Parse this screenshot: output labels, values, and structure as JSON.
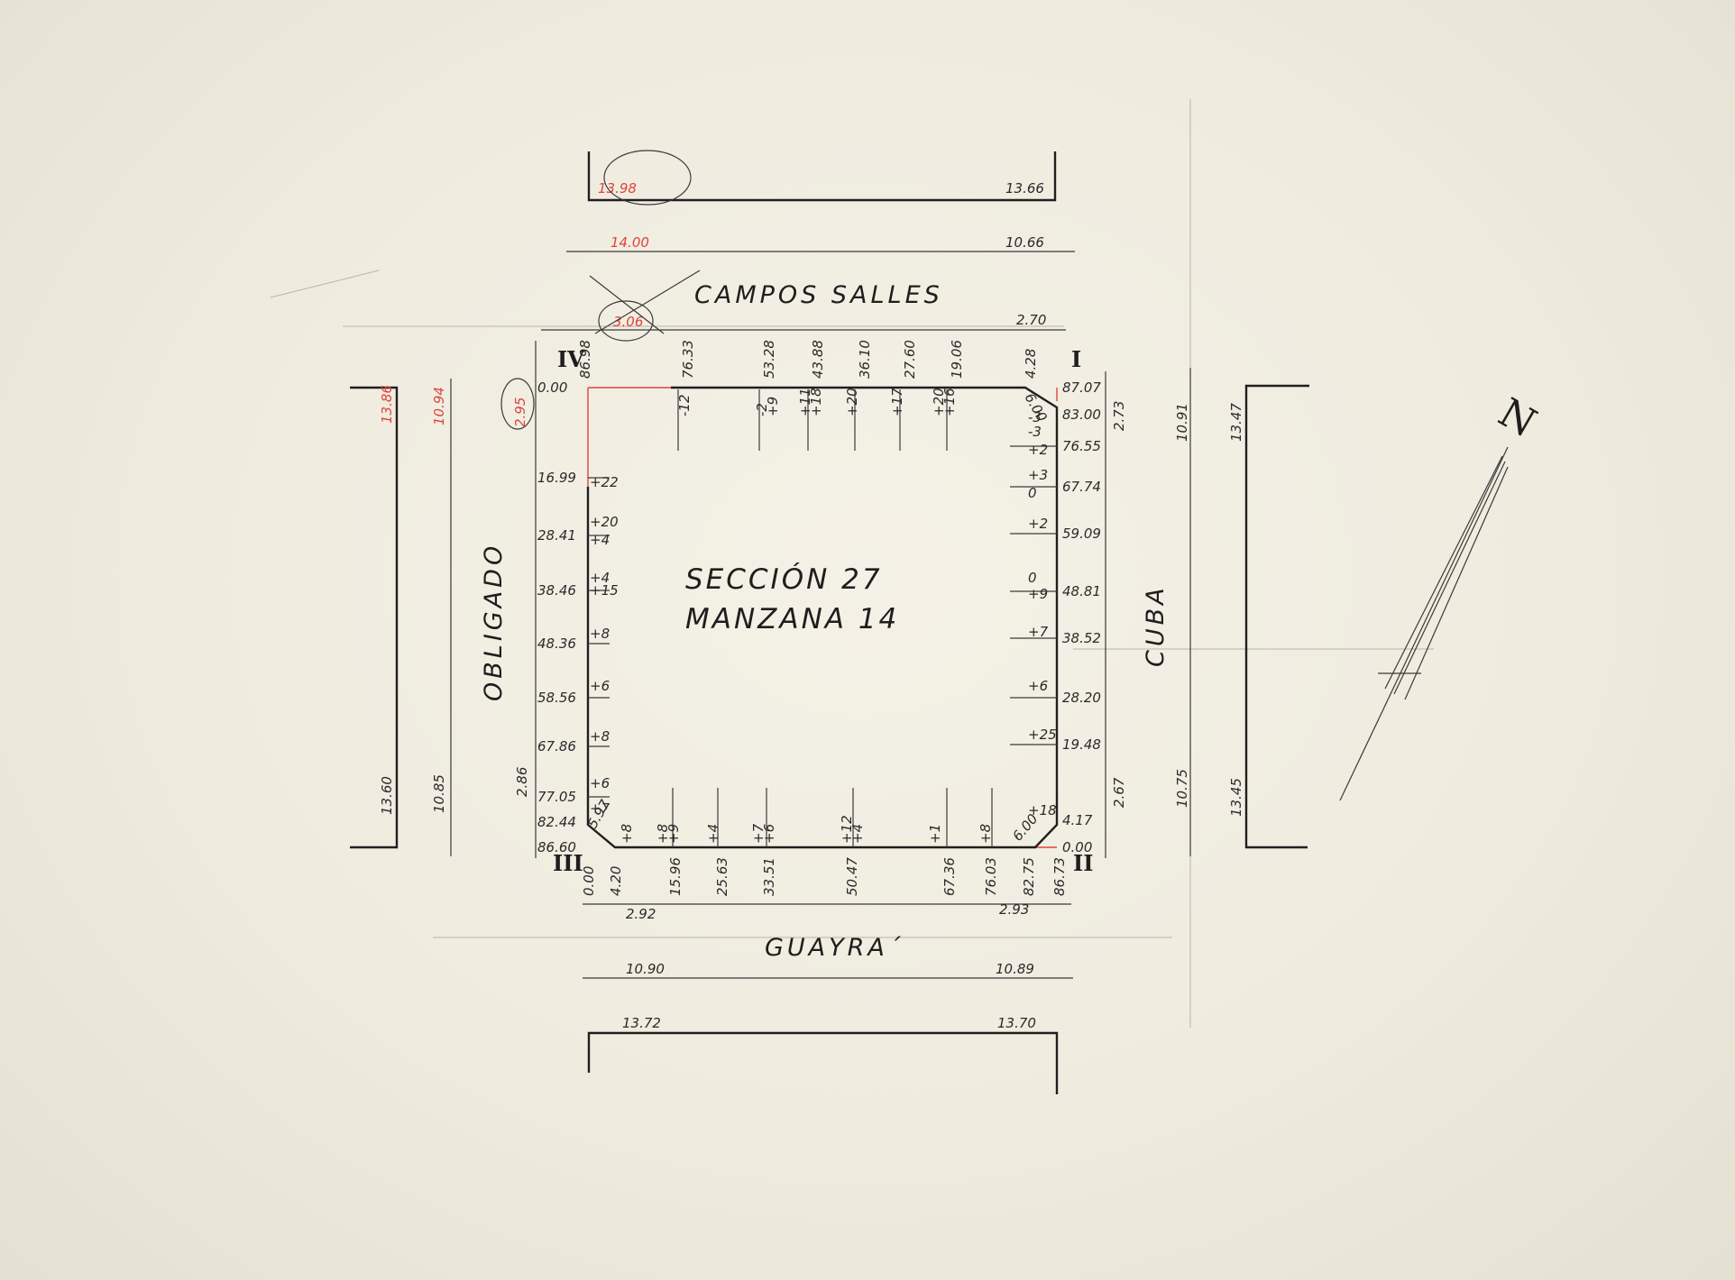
{
  "plan": {
    "section": "SECCIÓN 27",
    "block": "MANZANA 14",
    "north": "N"
  },
  "streets": {
    "north": "CAMPOS SALLES",
    "south": "GUAYRA´",
    "west": "OBLIGADO",
    "east": "CUBA"
  },
  "corners": {
    "i": "I",
    "ii": "II",
    "iii": "III",
    "iv": "IV"
  },
  "levels": {
    "north_outer_left": "13.98",
    "north_outer_right": "13.66",
    "north_mid_left": "14.00",
    "north_mid_right": "10.66",
    "north_inner_left": "3.06",
    "north_inner_right": "2.70",
    "south_inner_left": "2.92",
    "south_inner_right": "2.93",
    "south_mid_left": "10.90",
    "south_mid_right": "10.89",
    "south_outer_left": "13.72",
    "south_outer_right": "13.70",
    "west_outer_top": "13.86",
    "west_outer_bottom": "13.60",
    "west_mid_top": "10.94",
    "west_mid_bottom": "10.85",
    "west_inner_top": "2.95",
    "west_inner_bottom": "2.86",
    "east_inner_top": "2.73",
    "east_inner_bottom": "2.67",
    "east_mid_top": "10.91",
    "east_mid_bottom": "10.75",
    "east_outer_top": "13.47",
    "east_outer_bottom": "13.45"
  },
  "north_side": [
    "86.98",
    "76.33",
    "53.28",
    "43.88",
    "36.10",
    "27.60",
    "19.06",
    "4.28"
  ],
  "north_marks": [
    "-12",
    "-2",
    "+9",
    "+11",
    "+18",
    "+20",
    "+17",
    "+20",
    "+16"
  ],
  "south_side": [
    "0.00",
    "4.20",
    "15.96",
    "25.63",
    "33.51",
    "50.47",
    "67.36",
    "76.03",
    "82.75",
    "86.73"
  ],
  "south_marks": [
    "+8",
    "+8",
    "+9",
    "+4",
    "+7",
    "+6",
    "+12",
    "+4",
    "+1",
    "+8"
  ],
  "west_side": [
    "0.00",
    "16.99",
    "28.41",
    "38.46",
    "48.36",
    "58.56",
    "67.86",
    "77.05",
    "82.44",
    "86.60"
  ],
  "west_marks": [
    "+22",
    "+20",
    "+4",
    "+4",
    "+15",
    "+8",
    "+6",
    "+8",
    "+6",
    "+7"
  ],
  "east_side": [
    "87.07",
    "83.00",
    "76.55",
    "67.74",
    "59.09",
    "48.81",
    "38.52",
    "28.20",
    "19.48",
    "4.17",
    "0.00"
  ],
  "east_marks": [
    "-3",
    "-3",
    "+2",
    "+3",
    "0",
    "+2",
    "0",
    "+9",
    "+7",
    "+6",
    "+25",
    "+18"
  ],
  "chamfers": {
    "ne": "6.00",
    "se": "6.00",
    "sw": "5.97"
  },
  "colors": {
    "ink": "#1f1f1f",
    "red": "#e0443a",
    "paper": "#f1eee3"
  }
}
